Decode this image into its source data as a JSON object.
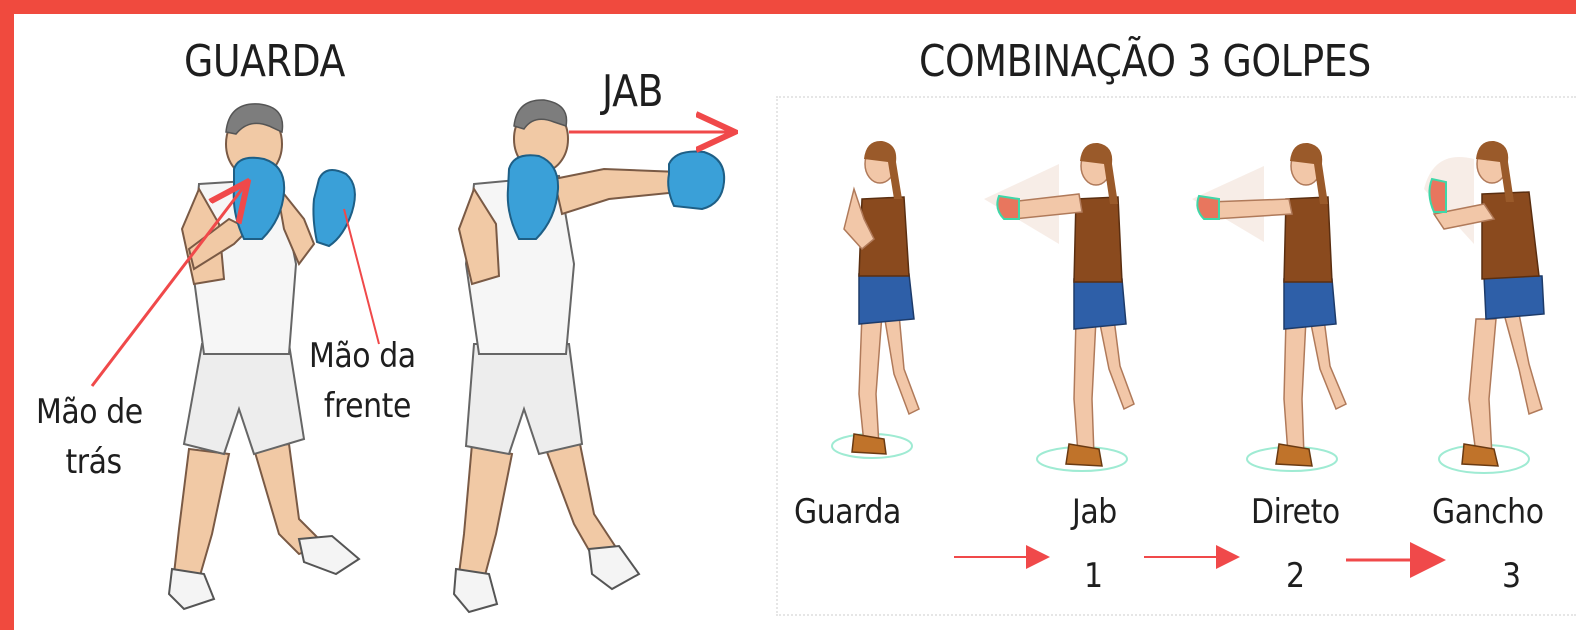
{
  "guard_section": {
    "title": "GUARDA",
    "label_rear_hand_line1": "Mão de",
    "label_rear_hand_line2": "trás",
    "label_front_hand_line1": "Mão da",
    "label_front_hand_line2": "frente"
  },
  "jab_section": {
    "title": "JAB"
  },
  "combo_section": {
    "title": "COMBINAÇÃO 3 GOLPES",
    "steps": [
      {
        "name": "Guarda",
        "number": ""
      },
      {
        "name": "Jab",
        "number": "1"
      },
      {
        "name": "Direto",
        "number": "2"
      },
      {
        "name": "Gancho",
        "number": "3"
      }
    ]
  },
  "colors": {
    "frame": "#f04a3e",
    "arrow": "#f0494a",
    "glove": "#3aa0d8",
    "shirt": "#f2f2f2",
    "woman_top": "#8a4a1e",
    "woman_shorts": "#2e5fa8",
    "floor_accent": "#3fd7a8"
  }
}
